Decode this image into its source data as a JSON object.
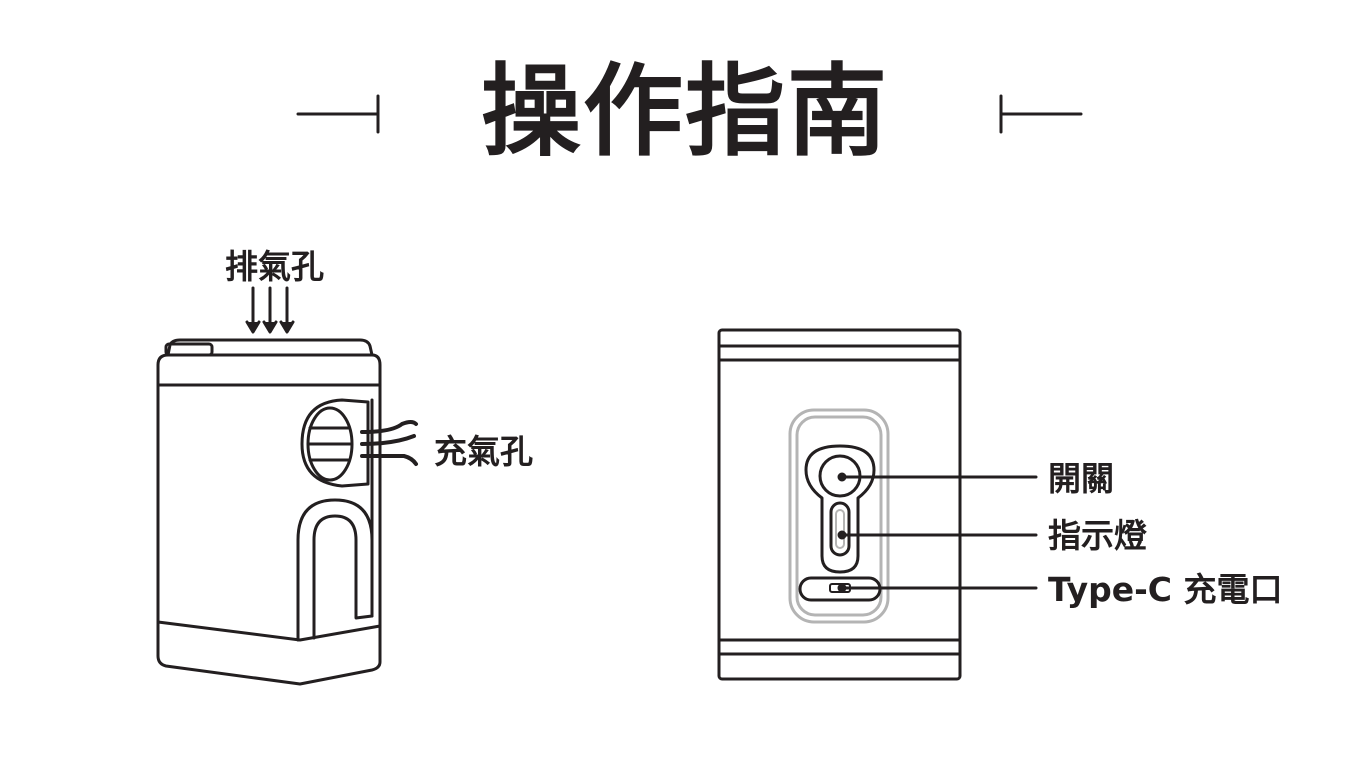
{
  "title": "操作指南",
  "labels": {
    "exhaust_vent": "排氣孔",
    "inflate_vent": "充氣孔",
    "power_switch": "開關",
    "indicator_light": "指示燈",
    "typec_port": "Type-C 充電口"
  },
  "colors": {
    "ink": "#231f20",
    "outline_gray": "#b4b4b4",
    "background": "#ffffff"
  }
}
